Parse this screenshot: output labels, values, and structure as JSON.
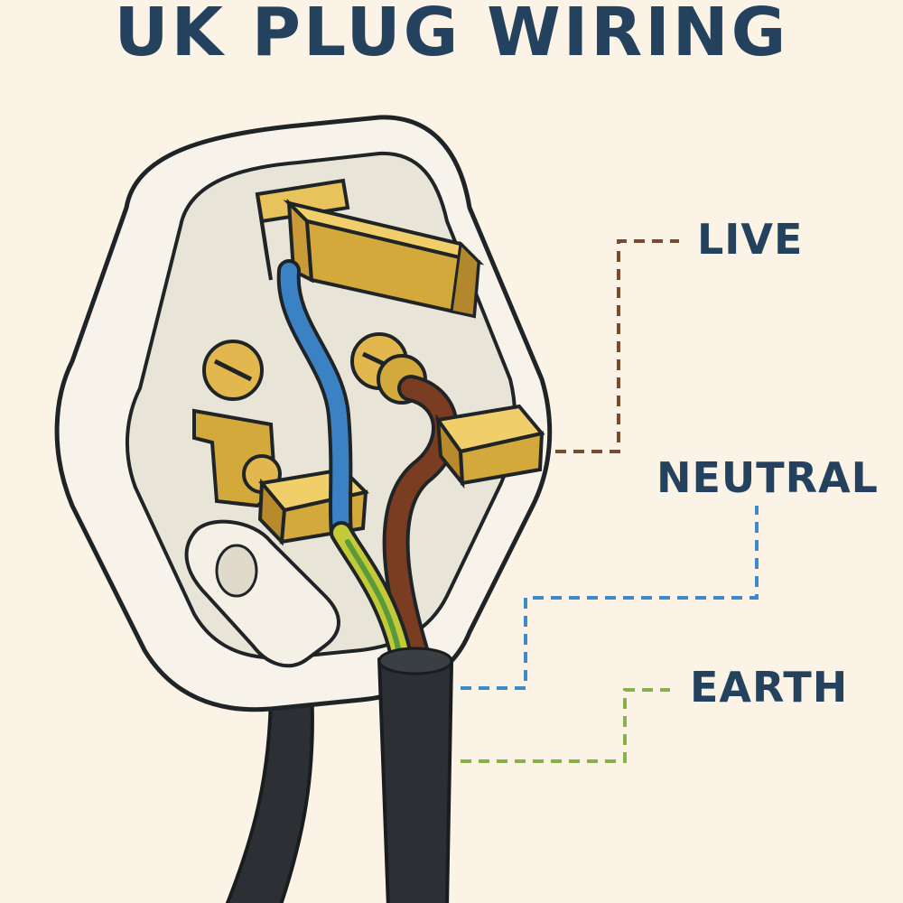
{
  "title": "UK PLUG WIRING",
  "labels": {
    "live": "LIVE",
    "neutral": "NEUTRAL",
    "earth": "EARTH"
  },
  "colors": {
    "background": "#fbf4e6",
    "title_text": "#24415e",
    "plug_body": "#f7f3ea",
    "brass": "#d4a93c",
    "live_wire": "#7a3d22",
    "neutral_wire": "#3b82c4",
    "earth_wire": "#c4c93a",
    "earth_stripe": "#5a9a3a",
    "cable": "#2c3034",
    "live_leader": "#7a4a30",
    "neutral_leader": "#3e8ac8",
    "earth_leader": "#86b04a"
  },
  "icons": [
    "plug-body",
    "brass-pin",
    "terminal-screw",
    "cord-grip",
    "cable"
  ]
}
